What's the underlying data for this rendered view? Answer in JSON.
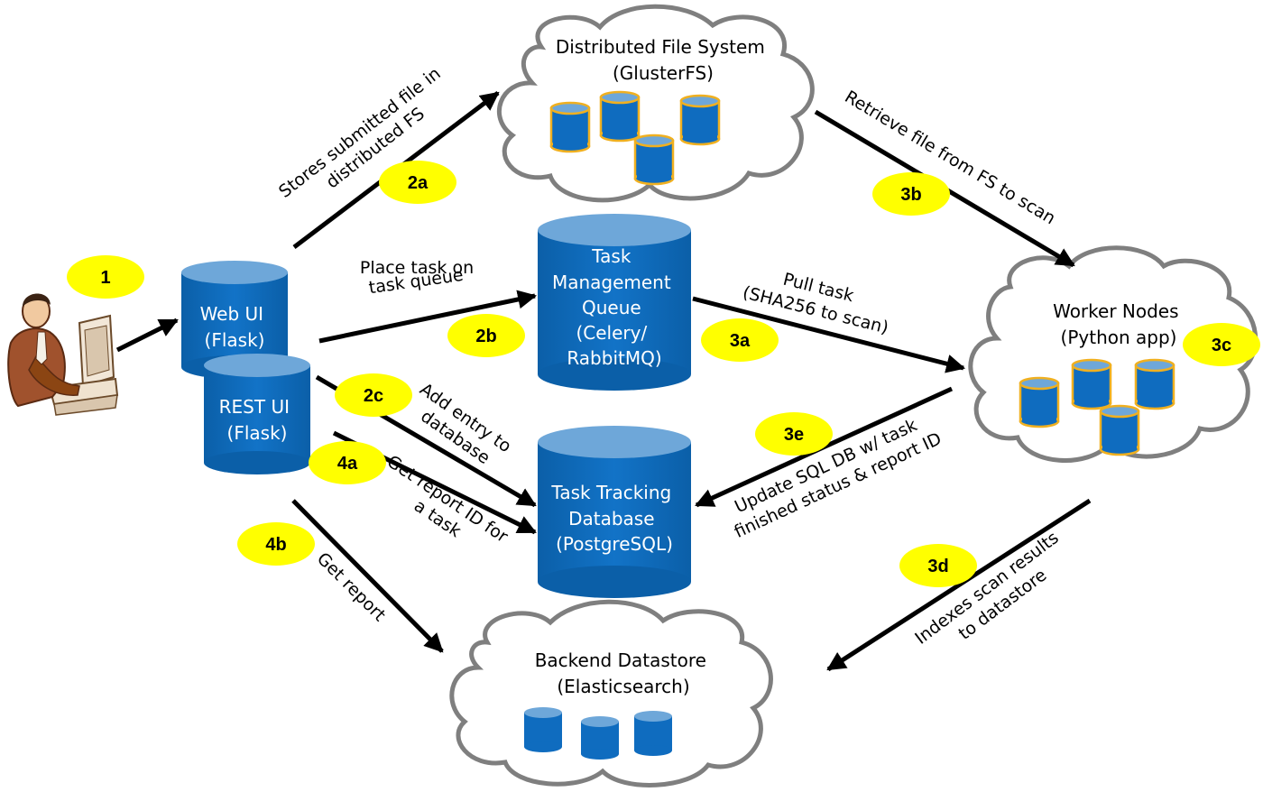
{
  "nodes": {
    "web_ui": [
      "Web UI",
      "(Flask)"
    ],
    "rest_ui": [
      "REST UI",
      "(Flask)"
    ],
    "task_queue": [
      "Task",
      "Management",
      "Queue",
      "(Celery/",
      "RabbitMQ)"
    ],
    "task_db": [
      "Task Tracking",
      "Database",
      "(PostgreSQL)"
    ],
    "dfs": [
      "Distributed File System",
      "(GlusterFS)"
    ],
    "workers": [
      "Worker Nodes",
      "(Python app)"
    ],
    "datastore": [
      "Backend Datastore",
      "(Elasticsearch)"
    ]
  },
  "edges": {
    "stores_file": [
      "Stores submitted file in",
      "distributed FS"
    ],
    "place_task": [
      "Place task on",
      "task queue"
    ],
    "add_entry": [
      "Add entry to",
      "database"
    ],
    "get_report_id": [
      "Get report ID for",
      "a task"
    ],
    "get_report": [
      "Get report"
    ],
    "retrieve_file": [
      "Retrieve file from FS to scan"
    ],
    "pull_task": [
      "Pull task",
      "(SHA256 to scan)"
    ],
    "update_db": [
      "Update SQL DB w/ task",
      "finished status & report ID"
    ],
    "index_results": [
      "Indexes scan results",
      "to datastore"
    ]
  },
  "steps": {
    "s1": "1",
    "s2a": "2a",
    "s2b": "2b",
    "s2c": "2c",
    "s3a": "3a",
    "s3b": "3b",
    "s3c": "3c",
    "s3d": "3d",
    "s3e": "3e",
    "s4a": "4a",
    "s4b": "4b"
  },
  "colors": {
    "cylinder_fill": "#0f6cbf",
    "cylinder_top": "#6ea7d9",
    "mini_cylinder_stroke": "#f0b020",
    "step_badge": "#ffff00",
    "cloud_stroke": "#7f7f7f",
    "arrow": "#000000"
  },
  "icons": {
    "user": "user-at-computer-icon"
  }
}
